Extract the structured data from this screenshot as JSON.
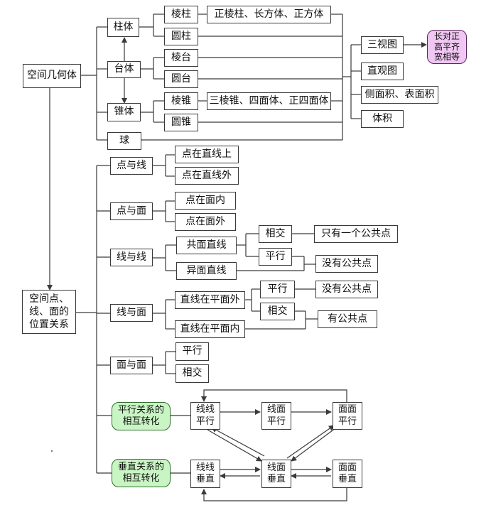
{
  "nodes": {
    "spatial_solids": "空间几何体",
    "prism_family": "柱体",
    "frustum_family": "台体",
    "pyramid_family": "锥体",
    "sphere": "球",
    "prism": "棱柱",
    "prism_examples": "正棱柱、长方体、正方体",
    "cylinder": "圆柱",
    "frustum_prism": "棱台",
    "frustum_cone": "圆台",
    "pyramid": "棱锥",
    "pyramid_examples": "三棱锥、四面体、正四面体",
    "cone": "圆锥",
    "three_views": "三视图",
    "three_views_rule": "长对正高平齐宽相等",
    "direct_view": "直观图",
    "surface_area": "侧面积、表面积",
    "volume": "体积",
    "position_relations": "空间点、线、面的位置关系",
    "point_line": "点与线",
    "point_on_line": "点在直线上",
    "point_off_line": "点在直线外",
    "point_plane": "点与面",
    "point_in_plane": "点在面内",
    "point_off_plane": "点在面外",
    "line_line": "线与线",
    "coplanar_lines": "共面直线",
    "skew_lines": "异面直线",
    "ll_intersect": "相交",
    "ll_parallel": "平行",
    "one_common_point": "只有一个公共点",
    "no_common_point_1": "没有公共点",
    "line_plane": "线与面",
    "line_outside_plane": "直线在平面外",
    "line_in_plane": "直线在平面内",
    "lp_parallel": "平行",
    "lp_intersect": "相交",
    "no_common_point_2": "没有公共点",
    "has_common_point": "有公共点",
    "plane_plane": "面与面",
    "pp_parallel": "平行",
    "pp_intersect": "相交",
    "parallel_transform": "平行关系的相互转化",
    "ll_parallel_box": "线线平行",
    "lp_parallel_box": "线面平行",
    "pp_parallel_box": "面面平行",
    "perp_transform": "垂直关系的相互转化",
    "ll_perp_box": "线线垂直",
    "lp_perp_box": "线面垂直",
    "pp_perp_box": "面面垂直"
  },
  "colors": {
    "line": "#3a3a3a",
    "green_fill": "#c9f5c4",
    "purple_fill": "#f0c6f2"
  }
}
